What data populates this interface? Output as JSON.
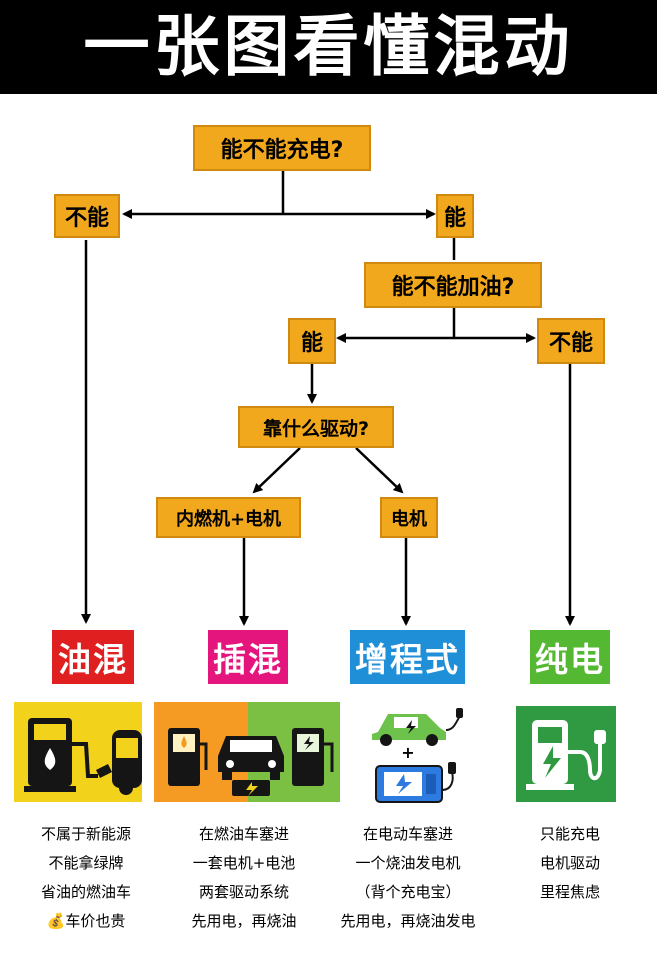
{
  "title": "一张图看懂混动",
  "nodes": {
    "q_charge": "能不能充电?",
    "no1": "不能",
    "yes1": "能",
    "q_fuel": "能不能加油?",
    "yes2": "能",
    "no2": "不能",
    "q_drive": "靠什么驱动?",
    "ice_motor": "内燃机+电机",
    "motor": "电机"
  },
  "categories": [
    {
      "label": "油混",
      "color": "#e02020"
    },
    {
      "label": "插混",
      "color": "#e4157c"
    },
    {
      "label": "增程式",
      "color": "#1f8fd8"
    },
    {
      "label": "纯电",
      "color": "#54b832"
    }
  ],
  "icons": {
    "hev": "fuel-pump-icon",
    "phev": "fuel-and-charger-icon",
    "erev": "electric-car-battery-icon",
    "bev": "ev-charger-icon",
    "plus": "+"
  },
  "descriptions": {
    "hev": [
      "不属于新能源",
      "不能拿绿牌",
      "省油的燃油车",
      "车价也贵"
    ],
    "hev_emoji": "💰",
    "phev": [
      "在燃油车塞进",
      "一套电机+电池",
      "两套驱动系统",
      "先用电，再烧油"
    ],
    "erev": [
      "在电动车塞进",
      "一个烧油发电机",
      "（背个充电宝）",
      "先用电，再烧油发电"
    ],
    "bev": [
      "只能充电",
      "电机驱动",
      "里程焦虑"
    ]
  }
}
